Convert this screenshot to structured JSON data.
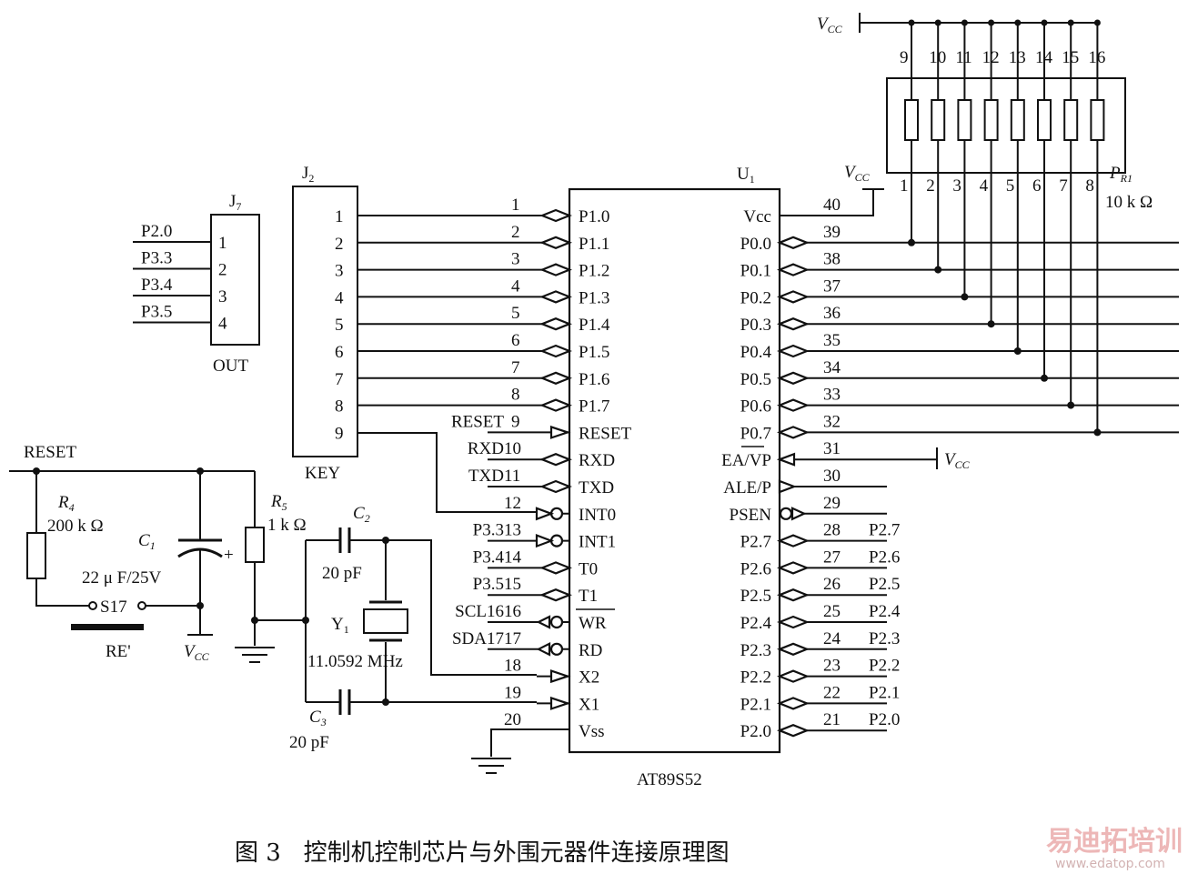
{
  "caption": "图 3   控制机控制芯片与外围元器件连接原理图",
  "watermark": {
    "brand": "易迪拓培训",
    "url": "www.edatop.com"
  },
  "chip": {
    "ref": "U",
    "ref_sub": "1",
    "part": "AT89S52"
  },
  "left_pins": [
    {
      "num": "1",
      "name": "P1.0"
    },
    {
      "num": "2",
      "name": "P1.1"
    },
    {
      "num": "3",
      "name": "P1.2"
    },
    {
      "num": "4",
      "name": "P1.3"
    },
    {
      "num": "5",
      "name": "P1.4"
    },
    {
      "num": "6",
      "name": "P1.5"
    },
    {
      "num": "7",
      "name": "P1.6"
    },
    {
      "num": "8",
      "name": "P1.7"
    },
    {
      "num": "9",
      "name": "RESET"
    },
    {
      "num": "10",
      "name": "RXD"
    },
    {
      "num": "11",
      "name": "TXD"
    },
    {
      "num": "12",
      "name": "INT0"
    },
    {
      "num": "13",
      "name": "INT1"
    },
    {
      "num": "14",
      "name": "T0"
    },
    {
      "num": "15",
      "name": "T1"
    },
    {
      "num": "16",
      "name": "WR"
    },
    {
      "num": "17",
      "name": "RD"
    },
    {
      "num": "18",
      "name": "X2"
    },
    {
      "num": "19",
      "name": "X1"
    },
    {
      "num": "20",
      "name": "Vss"
    }
  ],
  "right_pins": [
    {
      "num": "40",
      "name": "Vcc"
    },
    {
      "num": "39",
      "name": "P0.0"
    },
    {
      "num": "38",
      "name": "P0.1"
    },
    {
      "num": "37",
      "name": "P0.2"
    },
    {
      "num": "36",
      "name": "P0.3"
    },
    {
      "num": "35",
      "name": "P0.4"
    },
    {
      "num": "34",
      "name": "P0.5"
    },
    {
      "num": "33",
      "name": "P0.6"
    },
    {
      "num": "32",
      "name": "P0.7"
    },
    {
      "num": "31",
      "name": "EA/VP"
    },
    {
      "num": "30",
      "name": "ALE/P"
    },
    {
      "num": "29",
      "name": "PSEN"
    },
    {
      "num": "28",
      "name": "P2.7"
    },
    {
      "num": "27",
      "name": "P2.6"
    },
    {
      "num": "26",
      "name": "P2.5"
    },
    {
      "num": "25",
      "name": "P2.4"
    },
    {
      "num": "24",
      "name": "P2.3"
    },
    {
      "num": "23",
      "name": "P2.2"
    },
    {
      "num": "22",
      "name": "P2.1"
    },
    {
      "num": "21",
      "name": "P2.0"
    }
  ],
  "left_net_labels": [
    "RESET",
    "RXD",
    "TXD",
    "",
    "P3.3",
    "P3.4",
    "P3.5",
    "SCL16",
    "SDA17"
  ],
  "right_net_labels": [
    "P2.7",
    "P2.6",
    "P2.5",
    "P2.4",
    "P2.3",
    "P2.2",
    "P2.1",
    "P2.0"
  ],
  "j2": {
    "ref": "J",
    "ref_sub": "2",
    "label": "KEY",
    "pins": [
      "1",
      "2",
      "3",
      "4",
      "5",
      "6",
      "7",
      "8",
      "9"
    ]
  },
  "j7": {
    "ref": "J",
    "ref_sub": "7",
    "label": "OUT",
    "pins": [
      "1",
      "2",
      "3",
      "4"
    ],
    "nets": [
      "P2.0",
      "P3.3",
      "P3.4",
      "P3.5"
    ]
  },
  "resnet": {
    "ref": "P",
    "ref_sub": "R1",
    "value": "10 k Ω",
    "top_pins": [
      "9",
      "10",
      "11",
      "12",
      "13",
      "14",
      "15",
      "16"
    ],
    "bottom_pins": [
      "1",
      "2",
      "3",
      "4",
      "5",
      "6",
      "7",
      "8"
    ]
  },
  "vcc": {
    "label": "V",
    "sub": "CC"
  },
  "reset_circuit": {
    "net": "RESET",
    "r4": {
      "ref": "R",
      "sub": "4",
      "value": "200 k Ω"
    },
    "c1": {
      "ref": "C",
      "sub": "1",
      "value": "22 μ F/25V"
    },
    "r5": {
      "ref": "R",
      "sub": "5",
      "value": "1 k Ω"
    },
    "switch": "S17",
    "button": "RE'"
  },
  "crystal": {
    "c2": {
      "ref": "C",
      "sub": "2",
      "value": "20 pF"
    },
    "c3": {
      "ref": "C",
      "sub": "3",
      "value": "20 pF"
    },
    "y1": {
      "ref": "Y",
      "sub": "1",
      "value": "11.0592 MHz"
    }
  }
}
